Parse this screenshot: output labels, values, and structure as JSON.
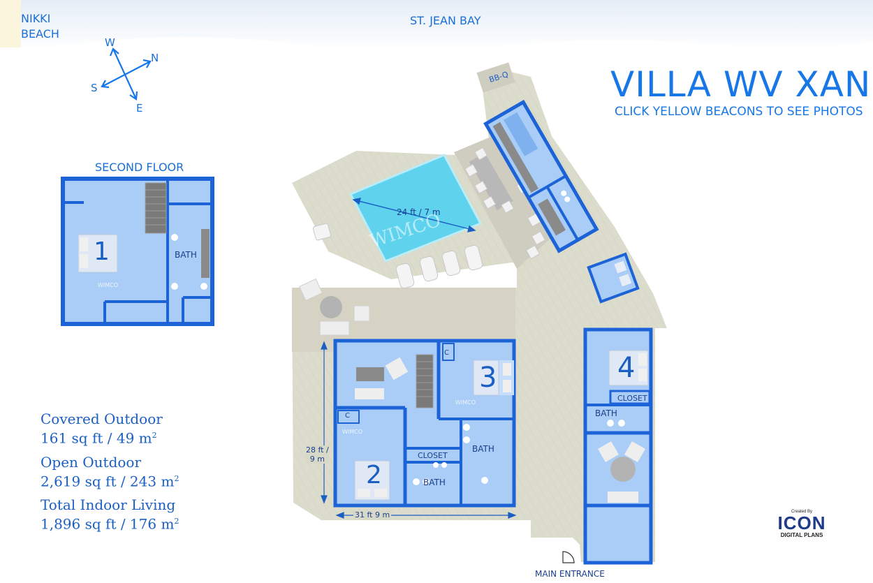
{
  "labels": {
    "beach": [
      "NIKKI",
      "BEACH"
    ],
    "bay": "ST. JEAN BAY",
    "compass": {
      "w": "W",
      "n": "N",
      "s": "S",
      "e": "E"
    },
    "title": "VILLA WV XAN",
    "subtitle": "CLICK YELLOW BEACONS TO SEE PHOTOS",
    "second_floor": "SECOND FLOOR",
    "bbq": "BB-Q",
    "pool_dim": "24 ft / 7 m",
    "watermark": "WIMCO",
    "small_watermark": "WIMCO",
    "bath": "BATH",
    "closet": "CLOSET",
    "closet_c": "C",
    "height_dim": [
      "28 ft /",
      "9 m"
    ],
    "width_dim": "31 ft 9 m",
    "main_entrance": "MAIN ENTRANCE",
    "bedrooms": [
      "1",
      "2",
      "3",
      "4"
    ]
  },
  "stats": [
    {
      "name": "Covered Outdoor",
      "value": "161 sq ft / 49 m",
      "unit_sup": "2"
    },
    {
      "name": "Open Outdoor",
      "value": "2,619 sq ft / 243 m",
      "unit_sup": "2"
    },
    {
      "name": "Total Indoor Living",
      "value": "1,896 sq ft / 176 m",
      "unit_sup": "2"
    }
  ],
  "logo": {
    "created_by": "Created By",
    "brand": "ICON",
    "sub": "DIGITAL PLANS"
  },
  "colors": {
    "wall": "#1b63d6",
    "room": "#a9cdf6",
    "room_light": "#c6def9",
    "pool": "#5fd3ee",
    "deck": "#d8d8c8",
    "text": "#1a6fd6"
  }
}
